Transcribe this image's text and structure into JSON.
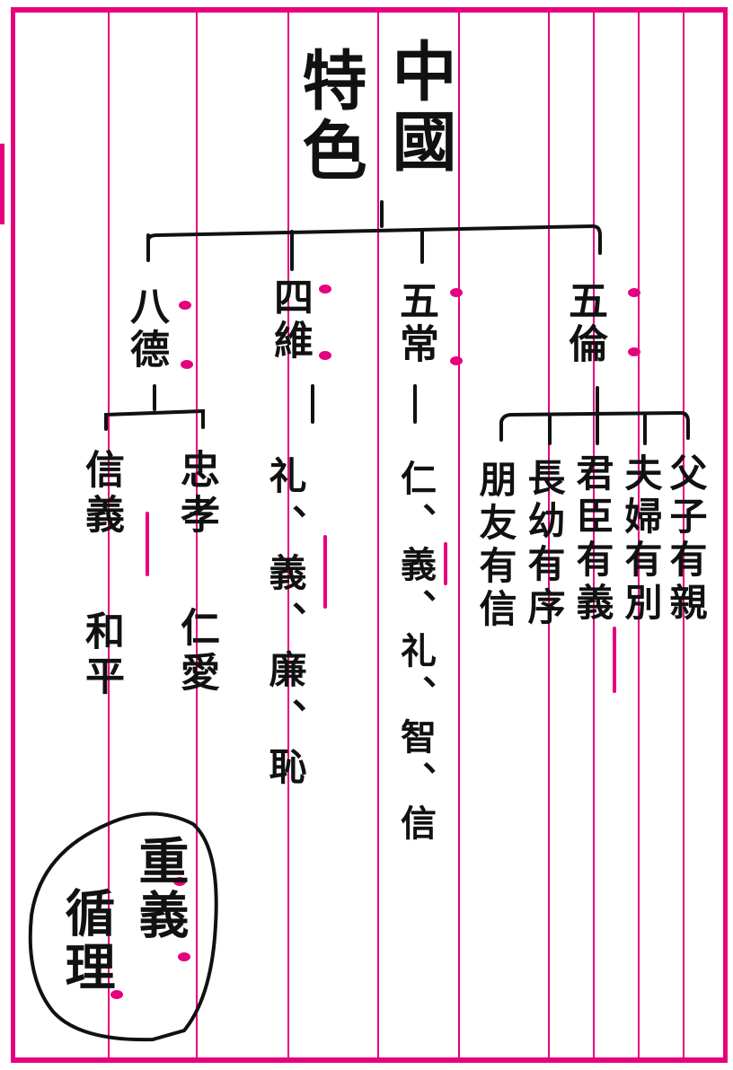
{
  "colors": {
    "paper": "#ffffff",
    "rule": "#e6007e",
    "ink": "#111111"
  },
  "title": {
    "line1": "中國",
    "line2": "特色"
  },
  "categories": {
    "five_relations": "五倫",
    "five_constants": "五常",
    "four_bonds": "四維",
    "eight_virtues": "八德"
  },
  "five_relations_items": [
    "父子有親",
    "夫婦有別",
    "君臣有義",
    "長幼有序",
    "朋友有信"
  ],
  "five_constants_text": "仁、義、礼、智、信",
  "four_bonds_text": "礼、義、廉、恥",
  "eight_virtues_items": [
    "忠孝",
    "仁愛",
    "信義",
    "和平"
  ],
  "seal": {
    "line1": "重義",
    "line2": "循理"
  }
}
